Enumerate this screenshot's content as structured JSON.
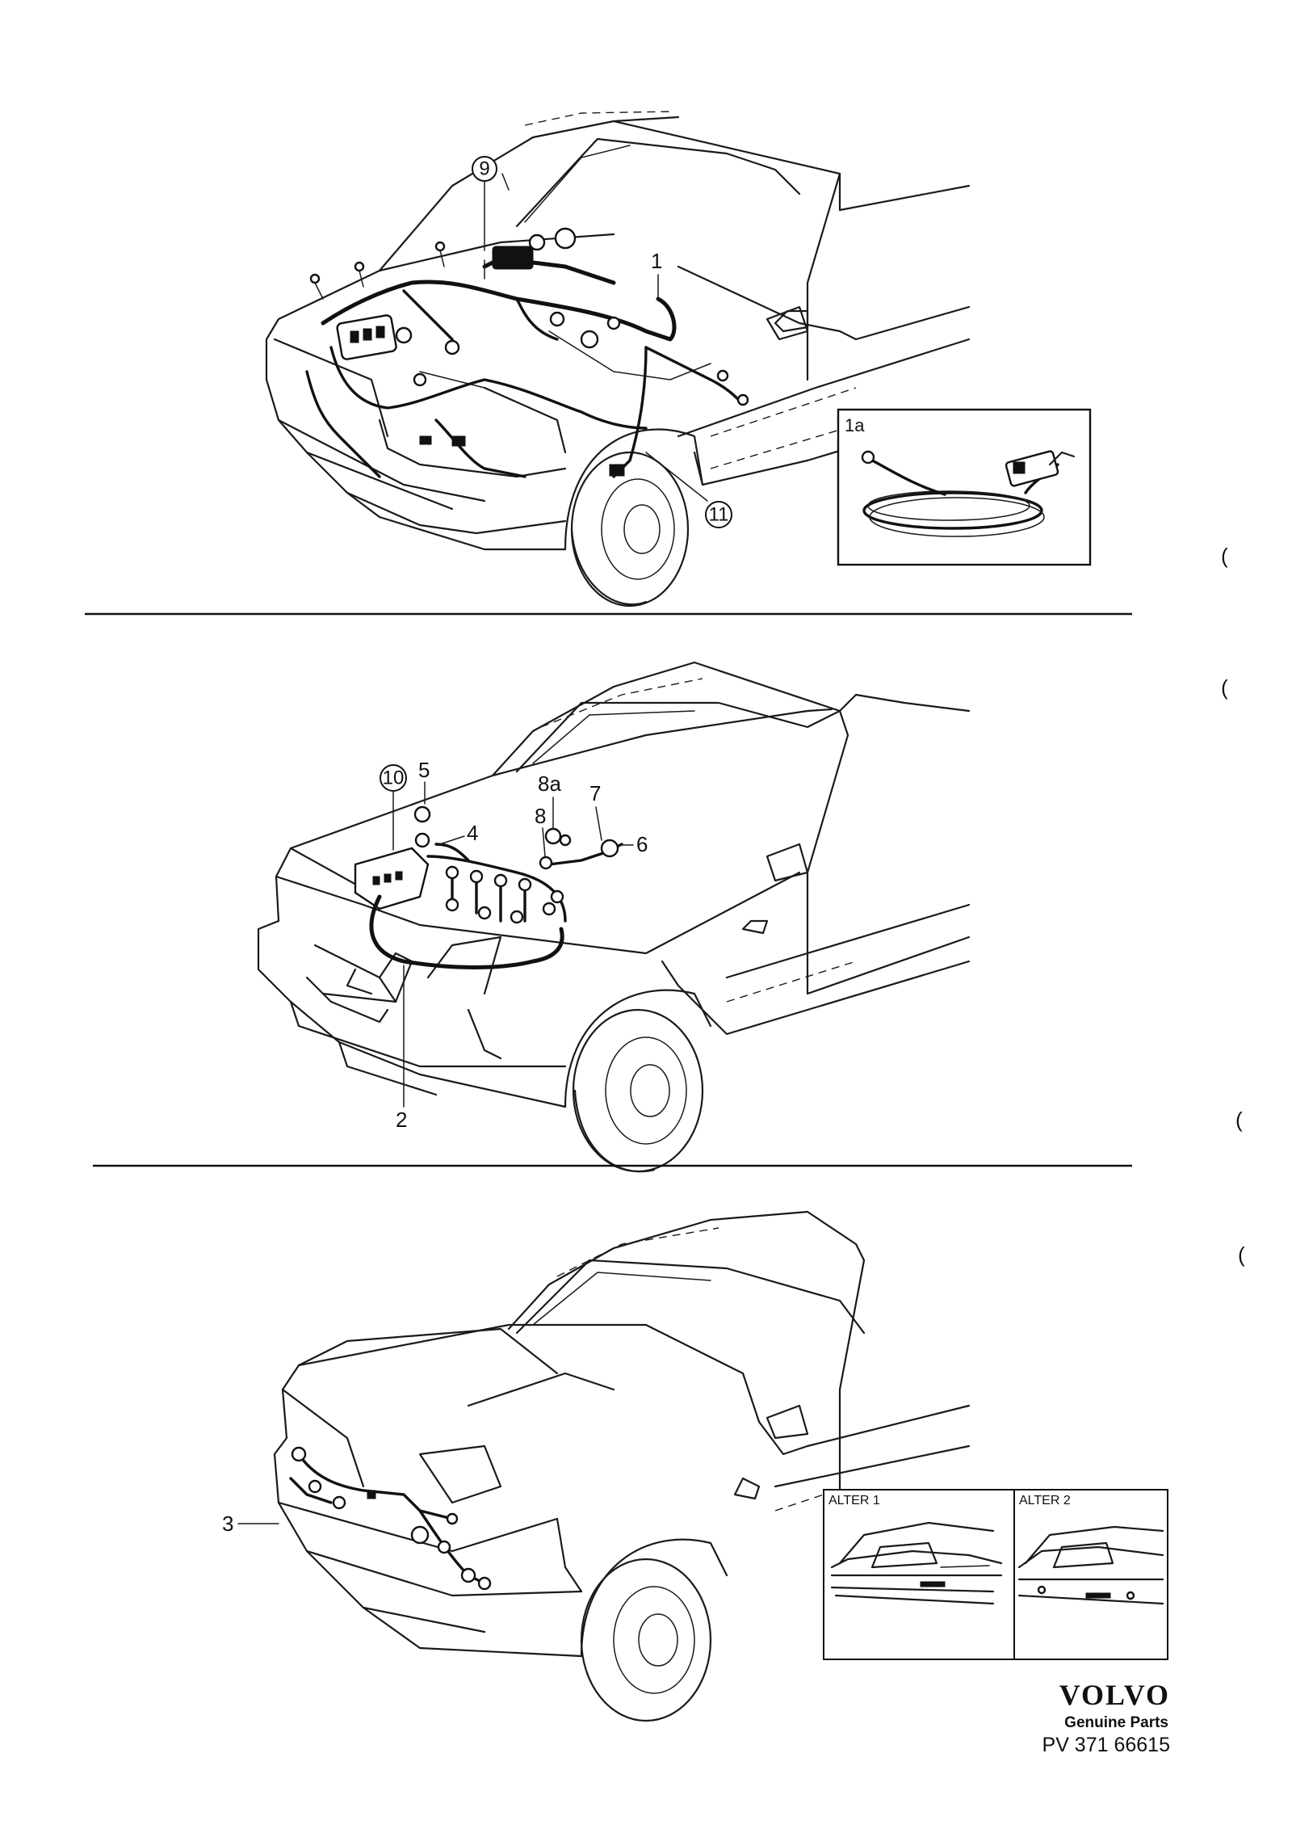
{
  "diagram": {
    "sections": [
      {
        "id": "top",
        "callouts": [
          "9",
          "1",
          "11"
        ],
        "circled": [
          "9",
          "11"
        ],
        "inset": {
          "label": "1a"
        }
      },
      {
        "id": "middle",
        "callouts": [
          "10",
          "5",
          "4",
          "8a",
          "7",
          "8",
          "6",
          "2"
        ],
        "circled": [
          "10"
        ]
      },
      {
        "id": "bottom",
        "callouts": [
          "3"
        ],
        "insets": [
          {
            "label": "ALTER 1"
          },
          {
            "label": "ALTER 2"
          }
        ]
      }
    ],
    "margin_marks": [
      "(",
      "(",
      "(",
      "("
    ]
  },
  "footer": {
    "brand": "VOLVO",
    "subtitle": "Genuine Parts",
    "ref": "PV 371 66615"
  }
}
